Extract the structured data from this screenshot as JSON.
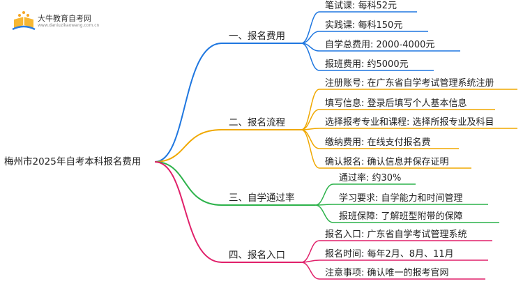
{
  "logo": {
    "name": "大牛教育自考网",
    "url_text": "www.daniuzikaowang.com.cn"
  },
  "root": "梅州市2025年自考本科报名费用",
  "branches": [
    {
      "label": "一、报名费用",
      "color": "#1f77e0",
      "children": [
        "笔试课: 每科52元",
        "实践课: 每科150元",
        "自学总费用: 2000-4000元",
        "报班费用: 约5000元"
      ]
    },
    {
      "label": "二、报名流程",
      "color": "#f0a800",
      "children": [
        "注册账号: 在广东省自学考试管理系统注册",
        "填写信息: 登录后填写个人基本信息",
        "选择报考专业和课程: 选择所报专业及科目",
        "缴纳费用: 在线支付报名费",
        "确认报名: 确认信息并保存证明"
      ]
    },
    {
      "label": "三、自学通过率",
      "color": "#2cb24a",
      "children": [
        "通过率: 约30%",
        "学习要求: 自学能力和时间管理",
        "报班保障: 了解班型附带的保障"
      ]
    },
    {
      "label": "四、报名入口",
      "color": "#e0206a",
      "children": [
        "报名入口: 广东省自学考试管理系统",
        "报名时间: 每年2月、8月、11月",
        "注意事项: 确认唯一的报考官网"
      ]
    }
  ]
}
